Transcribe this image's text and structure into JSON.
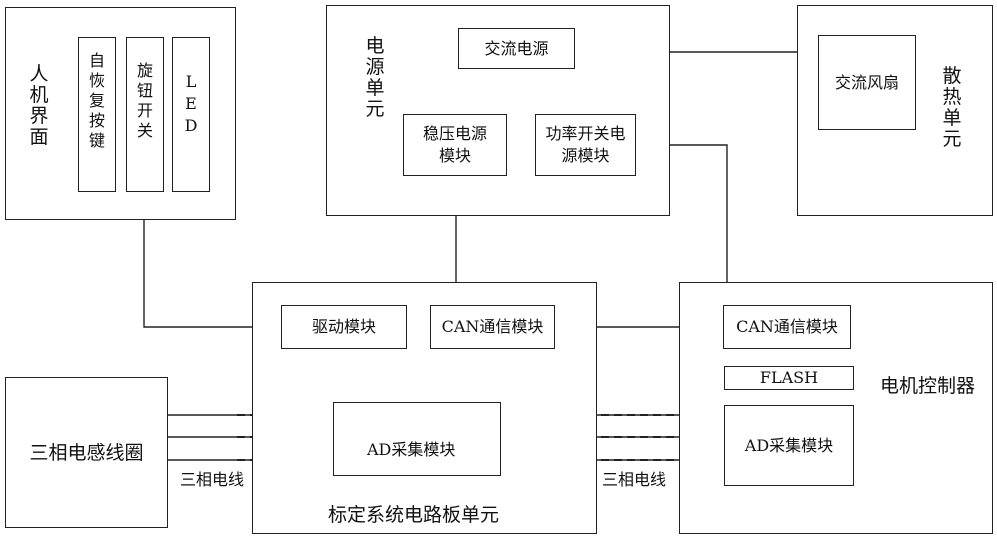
{
  "hmi": {
    "title": "人机界面",
    "self_reset_button": "自恢复按键",
    "knob_switch": "旋钮开关",
    "led": "LED"
  },
  "power": {
    "title": "电源单元",
    "ac_power": "交流电源",
    "regulated_module": "稳压电源模块",
    "switching_module": "功率开关电源模块"
  },
  "cooling": {
    "title": "散热单元",
    "ac_fan": "交流风扇"
  },
  "calibration": {
    "title": "标定系统电路板单元",
    "driver_module": "驱动模块",
    "can_module": "CAN通信模块",
    "ad_module": "AD采集模块"
  },
  "motor_controller": {
    "title": "电机控制器",
    "can_module": "CAN通信模块",
    "flash": "FLASH",
    "ad_module": "AD采集模块"
  },
  "coil": {
    "title": "三相电感线圈"
  },
  "wires": {
    "left_label": "三相电线",
    "right_label": "三相电线"
  }
}
